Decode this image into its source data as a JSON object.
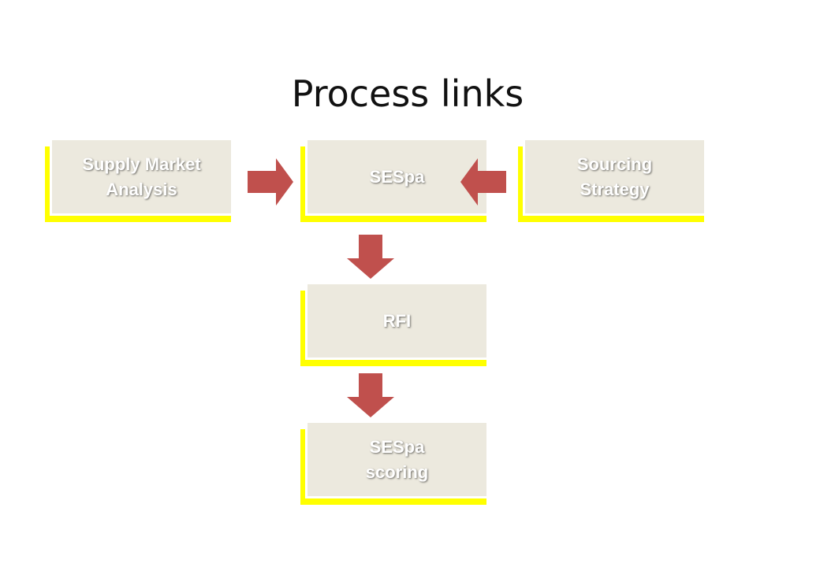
{
  "slide": {
    "title": "Process links"
  },
  "nodes": {
    "supply_market_analysis": {
      "label": "Supply Market\nAnalysis"
    },
    "sespa": {
      "label": "SESpa"
    },
    "sourcing_strategy": {
      "label": "Sourcing\nStrategy"
    },
    "rfi": {
      "label": "RFI"
    },
    "sespa_scoring": {
      "label": "SESpa\nscoring"
    }
  },
  "colors": {
    "box_fill": "#ece9de",
    "box_shadow": "#ffff00",
    "arrow": "#c0504d",
    "label": "#ffffff"
  }
}
